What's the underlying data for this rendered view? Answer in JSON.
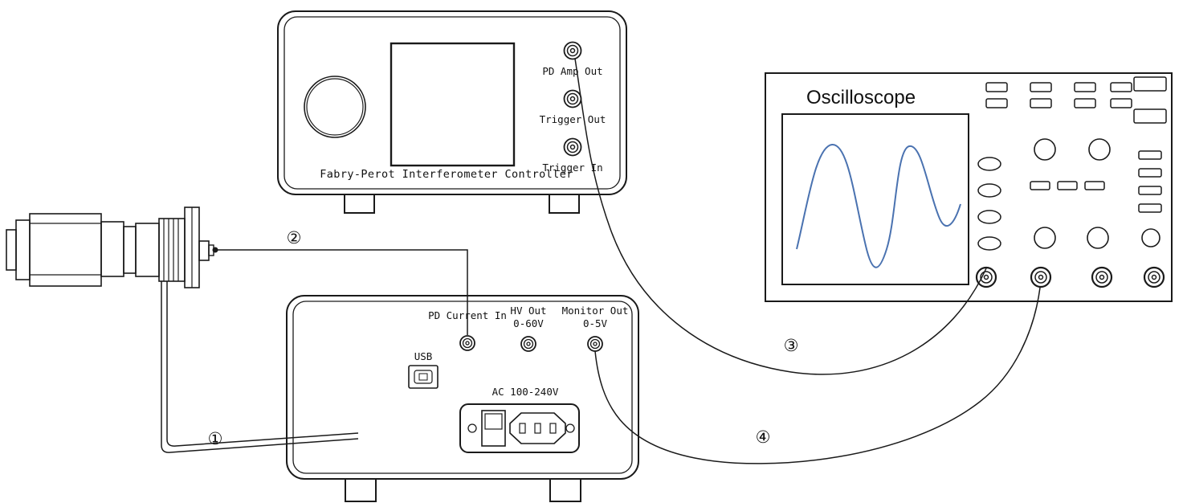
{
  "colors": {
    "ink": "#1a1a1a",
    "waveform": "#4a72b0"
  },
  "front_panel": {
    "title": "Fabry-Perot Interferometer Controller",
    "pd_amp_out": "PD Amp Out",
    "trigger_out": "Trigger Out",
    "trigger_in": "Trigger In"
  },
  "rear_panel": {
    "pd_current_in": "PD Current In",
    "hv_out": "HV Out",
    "hv_out_range": "0-60V",
    "monitor_out": "Monitor Out",
    "monitor_out_range": "0-5V",
    "usb": "USB",
    "ac_rating": "AC 100-240V"
  },
  "oscilloscope": {
    "title": "Oscilloscope"
  },
  "cable_labels": {
    "cable1": "①",
    "cable2": "②",
    "cable3": "③",
    "cable4": "④"
  }
}
